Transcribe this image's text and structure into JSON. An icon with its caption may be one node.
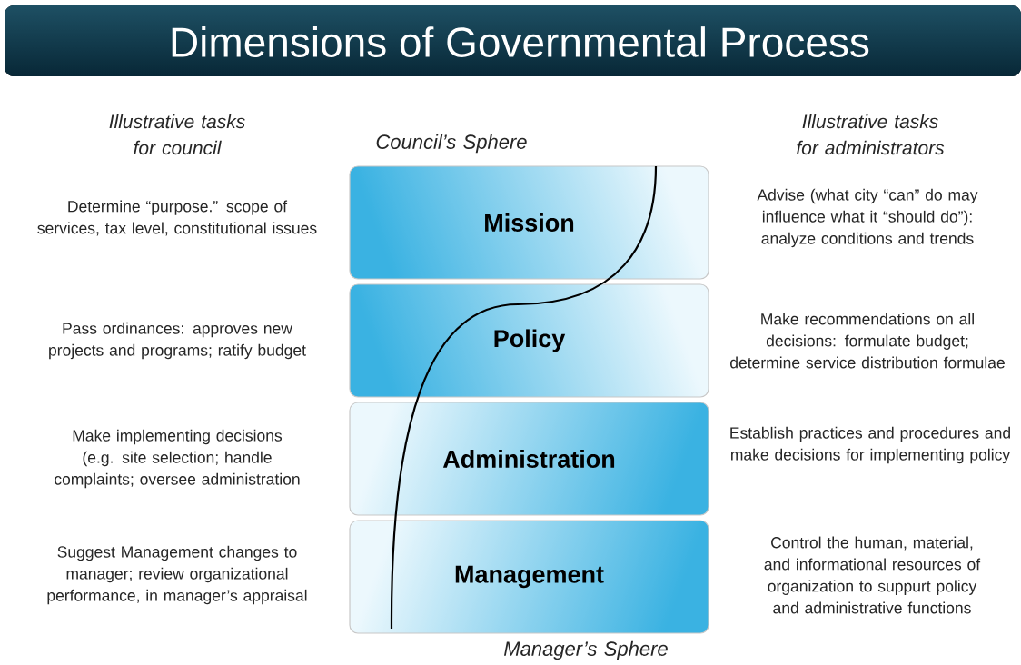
{
  "diagram": {
    "title": "Dimensions of Governmental Process",
    "nodes": [
      {
        "text": [
          "Mission"
        ]
      },
      {
        "text": [
          "Policy"
        ]
      },
      {
        "text": [
          "Administration"
        ]
      },
      {
        "text": [
          "Management"
        ]
      }
    ],
    "edges": [],
    "labels": [
      "Illustrative tasks for council",
      "Illustrative tasks for administrators",
      "Council’s Sphere",
      "Determine “purpose.” scope of services, tax level, constitutional issues",
      "Advise (what city “can” do may influence what it “should do”): analyze conditions and trends",
      "Pass ordinances: approves new projects and programs; ratify budget",
      "Make recommendations on all decisions: formulate budget; determine service distribution formulae",
      "Make implementing decisions (e.g. site selection; handle complaints; oversee administration",
      "Establish practices and procedures and make decisions for implementing policy",
      "Suggest Management changes to manager; review organizational performance, in manager’s appraisal",
      "Control the human, material, and informational resources of organization to suppurt policy and administrative functions",
      "Manager’s Sphere"
    ]
  }
}
